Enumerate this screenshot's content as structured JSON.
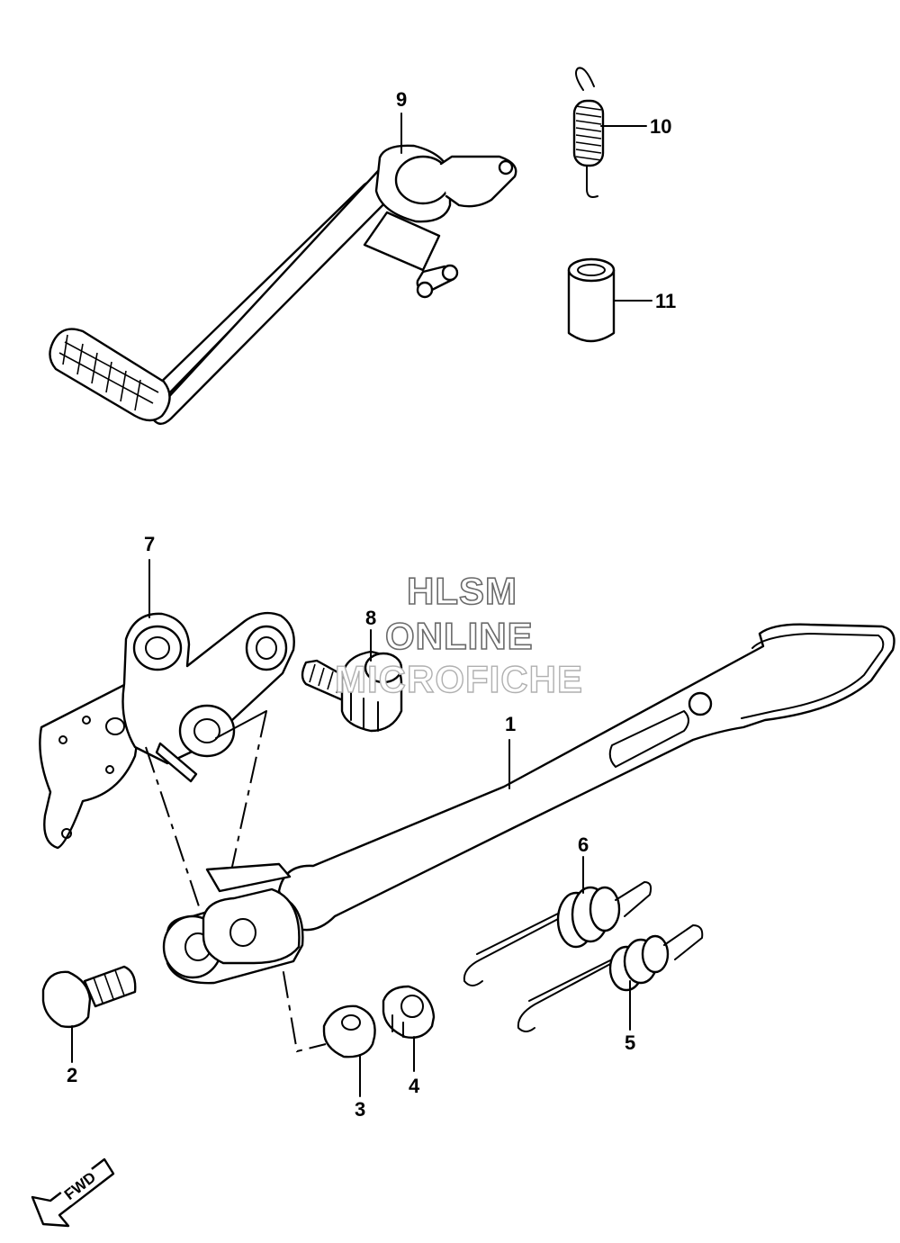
{
  "watermark": {
    "line1": "HLSM",
    "line2": "ONLINE",
    "line3": "MICROFICHE"
  },
  "callouts": {
    "c1": "1",
    "c2": "2",
    "c3": "3",
    "c4": "4",
    "c5": "5",
    "c6": "6",
    "c7": "7",
    "c8": "8",
    "c9": "9",
    "c10": "10",
    "c11": "11"
  },
  "direction_badge": "FWD",
  "colors": {
    "line": "#000000",
    "background": "#ffffff",
    "watermark_outline": "#6a6a6a"
  }
}
